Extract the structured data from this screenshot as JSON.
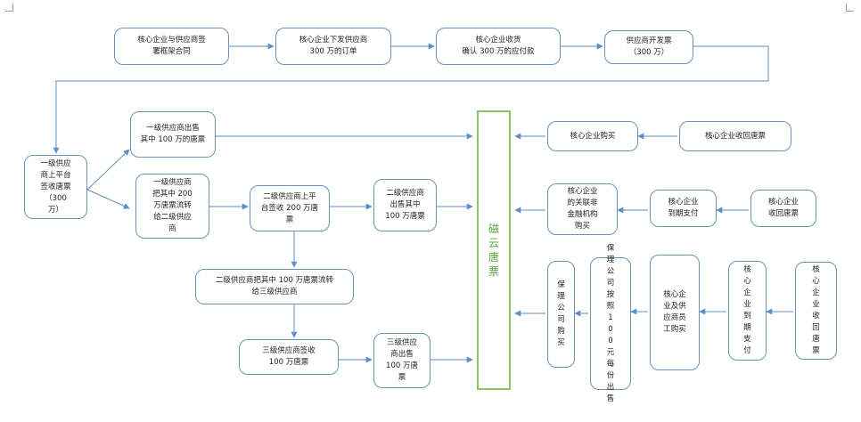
{
  "diagram": {
    "hub_label": "磁云唐票",
    "top_row": [
      {
        "lines": [
          "核心企业与供应商签",
          "署框架合同"
        ]
      },
      {
        "lines": [
          "核心企业下发供应商",
          "300 万的订单"
        ]
      },
      {
        "lines": [
          "核心企业收货",
          "确认 300 万的应付款"
        ]
      },
      {
        "lines": [
          "供应商开发票",
          "（300 万）"
        ]
      }
    ],
    "first_supplier_receive": {
      "lines": [
        "一级供应",
        "商上平台",
        "签收唐票",
        "（300",
        "万）"
      ]
    },
    "first_supplier_sell": {
      "lines": [
        "一级供应商出售",
        "其中 100 万的唐票"
      ]
    },
    "first_supplier_transfer": {
      "lines": [
        "一级供应商",
        "把其中 200",
        "万唐票流转",
        "给二级供应",
        "商"
      ]
    },
    "second_supplier_receive": {
      "lines": [
        "二级供应商上平",
        "台签收 200 万唐",
        "票"
      ]
    },
    "second_supplier_sell": {
      "lines": [
        "二级供应商",
        "出售其中",
        "100 万唐票"
      ]
    },
    "second_supplier_transfer": {
      "lines": [
        "二级供应商把其中 100 万唐票流转",
        "给三级供应商"
      ]
    },
    "third_supplier_receive": {
      "lines": [
        "三级供应商签收",
        "100 万唐票"
      ]
    },
    "third_supplier_sell": {
      "lines": [
        "三级供应",
        "商出售",
        "100 万唐",
        "票"
      ]
    },
    "right_row1": [
      {
        "lines": [
          "核心企业购买"
        ]
      },
      {
        "lines": [
          "核心企业收回唐票"
        ]
      }
    ],
    "right_row2": [
      {
        "lines": [
          "核心企业",
          "的关联非",
          "金融机构",
          "购买"
        ]
      },
      {
        "lines": [
          "核心企业",
          "到期支付"
        ]
      },
      {
        "lines": [
          "核心企业",
          "收回唐票"
        ]
      }
    ],
    "right_row3": [
      {
        "text": "保理公司购买"
      },
      {
        "text": "保理公司按照100元每份出售"
      },
      {
        "lines": [
          "核心企",
          "业及供",
          "应商员",
          "工购买"
        ]
      },
      {
        "text": "核心企业到期支付"
      },
      {
        "text": "核心企业收回唐票"
      }
    ]
  }
}
